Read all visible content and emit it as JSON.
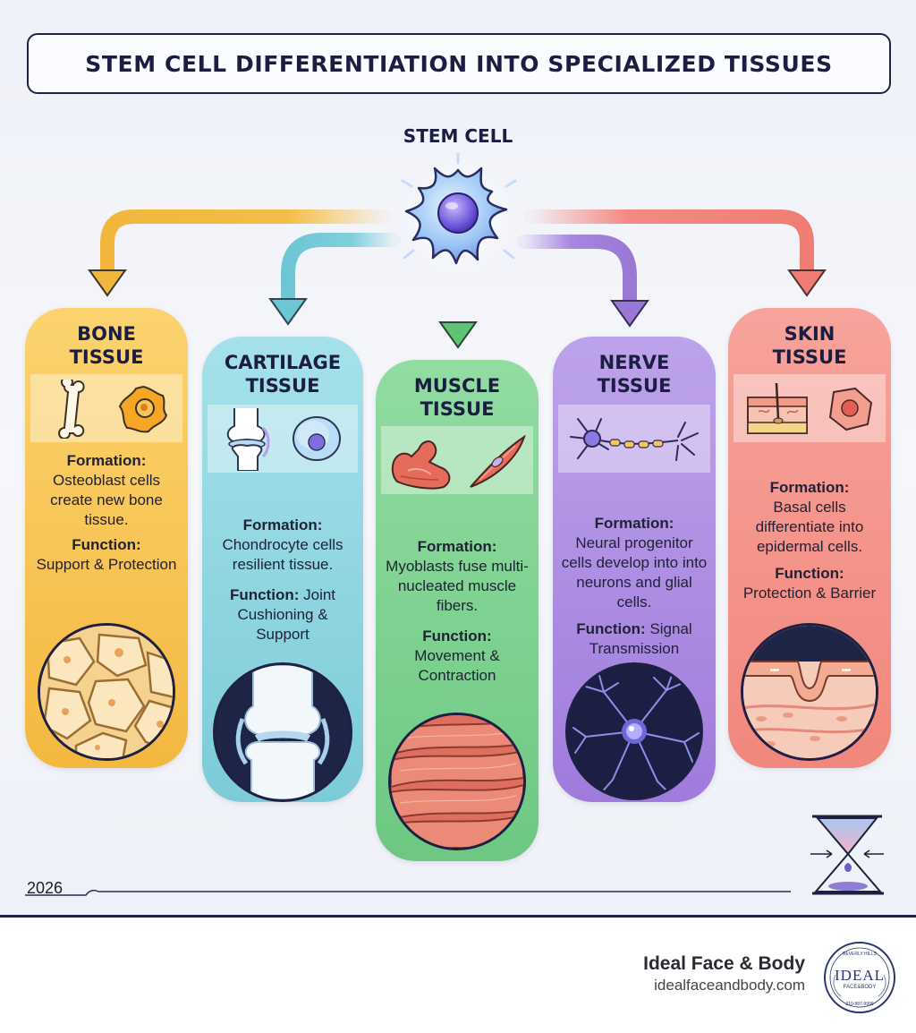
{
  "title": "STEM CELL DIFFERENTIATION INTO SPECIALIZED TISSUES",
  "stem_cell_label": "STEM CELL",
  "colors": {
    "bone": "#f7c24f",
    "cartilage": "#8dd5e0",
    "muscle": "#7ed38f",
    "nerve": "#ac8be0",
    "skin": "#f48f86",
    "stem_cell": "#7d86e6",
    "navy": "#1d2040"
  },
  "tissues": [
    {
      "id": "bone",
      "title_line1": "BONE",
      "title_line2": "TISSUE",
      "formation_label": "Formation:",
      "formation_text": "Osteoblast cells create new bone tissue.",
      "function_label": "Function:",
      "function_text": "Support & Protection",
      "icons": [
        "bone-icon",
        "osteoblast-cell-icon"
      ]
    },
    {
      "id": "cartilage",
      "title_line1": "CARTILAGE",
      "title_line2": "TISSUE",
      "formation_label": "Formation:",
      "formation_text": "Chondrocyte cells resilient tissue.",
      "function_label": "Function:",
      "function_text": "Joint Cushioning & Support",
      "icons": [
        "knee-joint-icon",
        "chondrocyte-cell-icon"
      ]
    },
    {
      "id": "muscle",
      "title_line1": "MUSCLE",
      "title_line2": "TISSUE",
      "formation_label": "Formation:",
      "formation_text": "Myoblasts fuse multi-nucleated muscle fibers.",
      "function_label": "Function:",
      "function_text": "Movement & Contraction",
      "icons": [
        "flexed-arm-icon",
        "muscle-cell-icon"
      ]
    },
    {
      "id": "nerve",
      "title_line1": "NERVE",
      "title_line2": "TISSUE",
      "formation_label": "Formation:",
      "formation_text": "Neural progenitor cells develop into into neurons and glial cells.",
      "function_label": "Function:",
      "function_text": "Signal Transmission",
      "icons": [
        "neuron-icon"
      ]
    },
    {
      "id": "skin",
      "title_line1": "SKIN",
      "title_line2": "TISSUE",
      "formation_label": "Formation:",
      "formation_text": "Basal cells differentiate into epidermal cells.",
      "function_label": "Function:",
      "function_text": "Protection & Barrier",
      "icons": [
        "skin-layers-icon",
        "epidermal-cell-icon"
      ]
    }
  ],
  "year": "2026",
  "footer": {
    "brand_name": "Ideal Face & Body",
    "brand_url": "idealfaceandbody.com",
    "logo": {
      "top_text": "BEVERLY HILLS",
      "main_text": "IDEAL",
      "sub_text": "FACE&BODY",
      "bottom_text": "310-887-9999"
    }
  }
}
